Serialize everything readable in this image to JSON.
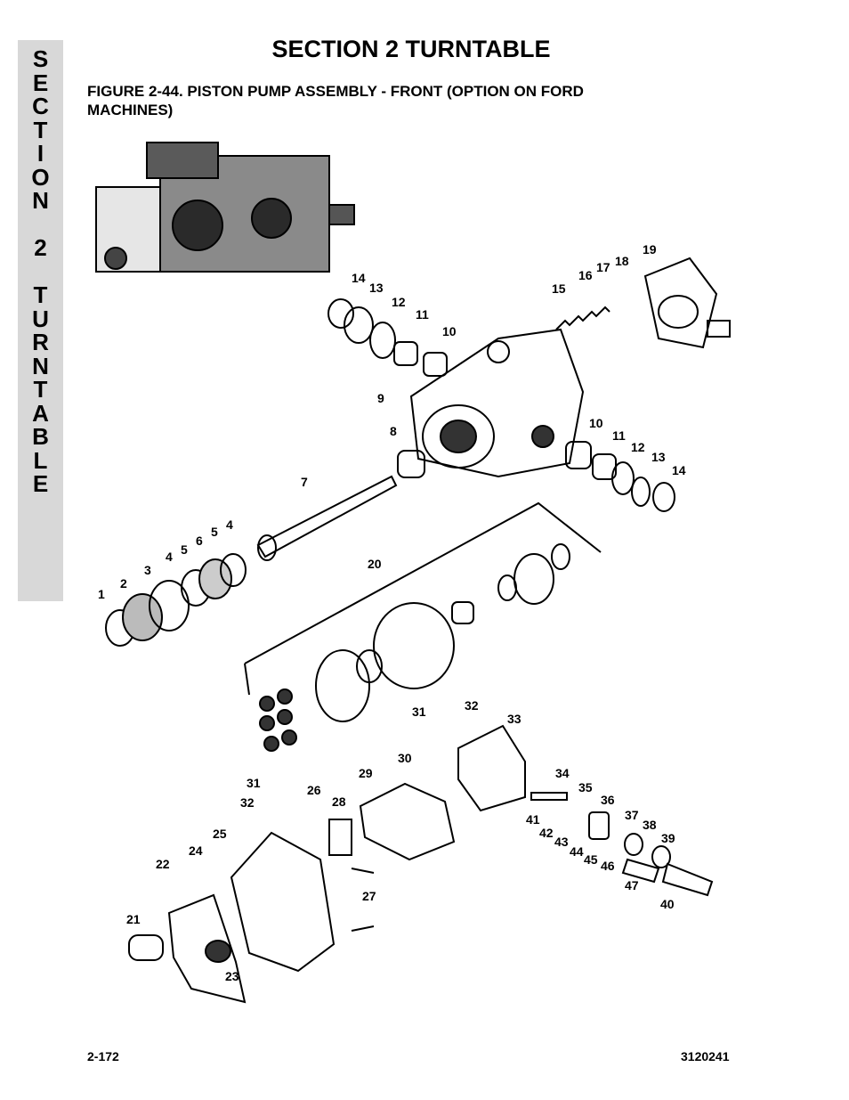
{
  "side_tab": {
    "letters": [
      "S",
      "E",
      "C",
      "T",
      "I",
      "O",
      "N",
      "",
      "2",
      "",
      "T",
      "U",
      "R",
      "N",
      "T",
      "A",
      "B",
      "L",
      "E"
    ]
  },
  "header": {
    "section_title": "SECTION 2  TURNTABLE",
    "figure_title_line1": "FIGURE 2-44.  PISTON PUMP ASSEMBLY - FRONT (OPTION ON FORD",
    "figure_title_line2": "MACHINES)"
  },
  "footer": {
    "page_number": "2-172",
    "document_number": "3120241"
  },
  "callouts": [
    "1",
    "2",
    "3",
    "4",
    "5",
    "6",
    "5",
    "4",
    "7",
    "8",
    "9",
    "10",
    "11",
    "12",
    "13",
    "14",
    "10",
    "11",
    "12",
    "13",
    "14",
    "15",
    "16",
    "17",
    "18",
    "19",
    "20",
    "21",
    "22",
    "23",
    "24",
    "25",
    "26",
    "27",
    "28",
    "29",
    "30",
    "31",
    "32",
    "31",
    "32",
    "33",
    "34",
    "35",
    "36",
    "37",
    "38",
    "39",
    "40",
    "41",
    "42",
    "43",
    "44",
    "45",
    "46",
    "47"
  ]
}
